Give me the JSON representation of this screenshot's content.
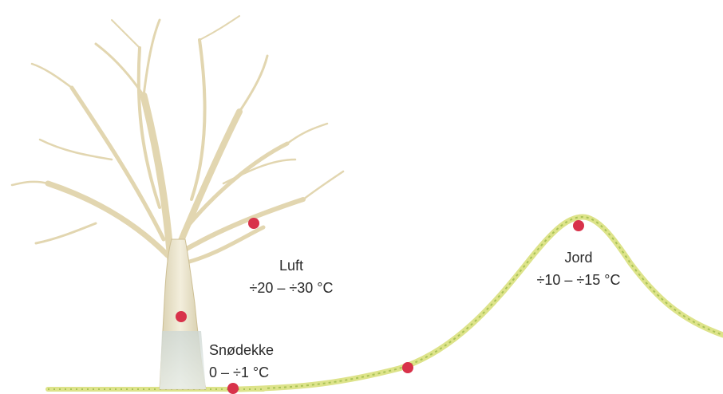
{
  "labels": {
    "air": {
      "name": "Luft",
      "range": "÷20 – ÷30 °C"
    },
    "soil": {
      "name": "Jord",
      "range": "÷10 – ÷15 °C"
    },
    "snow": {
      "name": "Snødekke",
      "range": "0 – ÷1 °C"
    }
  },
  "colors": {
    "marker": "#d8324a",
    "trunk": "#e9e1c6",
    "branch": "#e4d8b4",
    "grass_light": "#d9e27a",
    "grass_dark": "#9dbf4a",
    "ground_line": "#c8c890"
  },
  "icons": {
    "tree": "bare-tree-illustration",
    "hill": "snow-covered-hill-illustration",
    "marker": "measurement-point-marker"
  }
}
